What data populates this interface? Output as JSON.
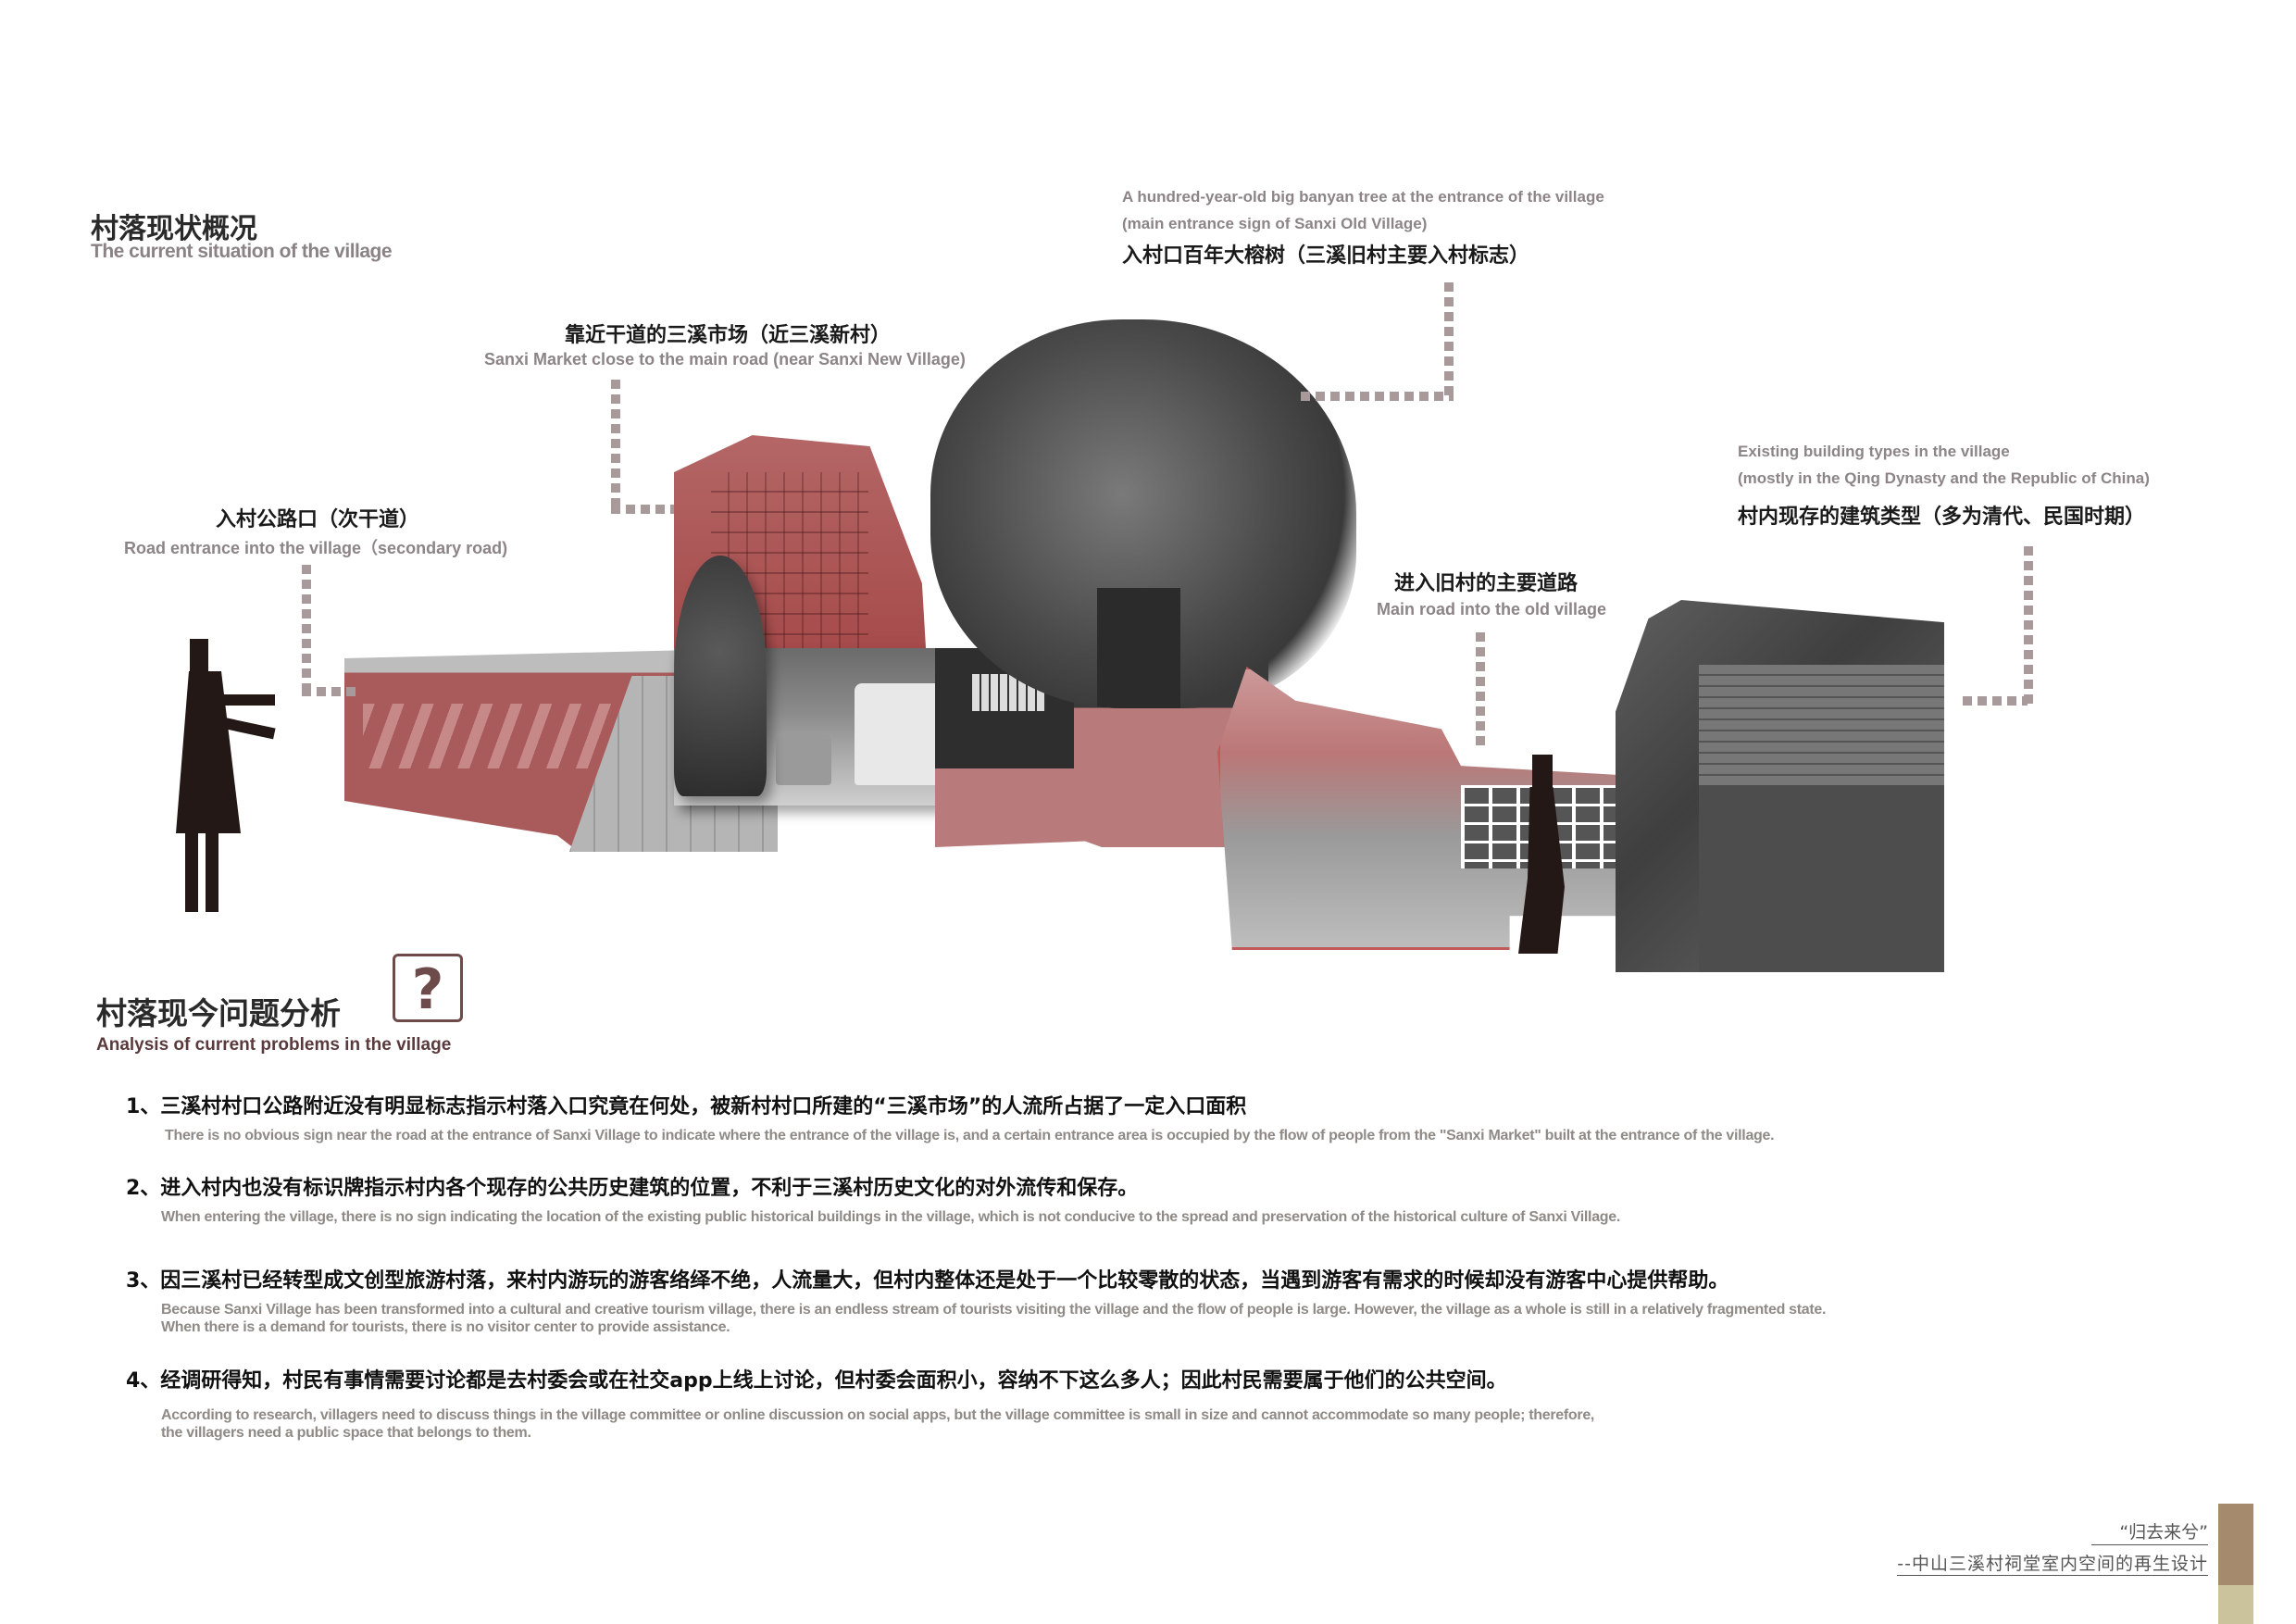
{
  "overview": {
    "title_zh": "村落现状概况",
    "title_en": "The current situation of the village"
  },
  "labels": {
    "road_entrance": {
      "zh": "入村公路口（次干道）",
      "en": "Road entrance into the village（secondary road)"
    },
    "market": {
      "zh": "靠近干道的三溪市场（近三溪新村）",
      "en": "Sanxi Market close to the main road (near Sanxi New Village)"
    },
    "banyan": {
      "en_line1": "A hundred-year-old big banyan tree at the entrance of the village",
      "en_line2": "(main entrance sign of Sanxi Old Village)",
      "zh": "入村口百年大榕树（三溪旧村主要入村标志）"
    },
    "main_road": {
      "zh": "进入旧村的主要道路",
      "en": "Main road into the old village"
    },
    "buildings": {
      "en_line1": "Existing building types in the village",
      "en_line2": "(mostly in the Qing Dynasty and the Republic of China)",
      "zh": "村内现存的建筑类型（多为清代、民国时期）"
    }
  },
  "problems": {
    "title_zh": "村落现今问题分析",
    "title_en": "Analysis of current problems in the village",
    "icon": "question-mark-icon",
    "icon_glyph": "?",
    "items": [
      {
        "zh": "1、三溪村村口公路附近没有明显标志指示村落入口究竟在何处，被新村村口所建的“三溪市场”的人流所占据了一定入口面积",
        "en1": "There is no obvious sign near the road at the entrance of Sanxi Village to indicate where the entrance of the village is, and a certain entrance area is occupied by the flow of people from the \"Sanxi Market\" built at the entrance of the village.",
        "en2": ""
      },
      {
        "zh": "2、进入村内也没有标识牌指示村内各个现存的公共历史建筑的位置，不利于三溪村历史文化的对外流传和保存。",
        "en1": "When entering the village, there is no sign indicating the location of the existing public historical buildings in the village, which is not conducive to the spread and preservation of the historical culture of Sanxi Village.",
        "en2": ""
      },
      {
        "zh": "3、因三溪村已经转型成文创型旅游村落，来村内游玩的游客络绎不绝，人流量大，但村内整体还是处于一个比较零散的状态，当遇到游客有需求的时候却没有游客中心提供帮助。",
        "en1": "Because Sanxi Village has been transformed into a cultural and creative tourism village, there is an endless stream of tourists visiting the village and the flow of people is large. However, the village as a whole is still in a relatively fragmented state.",
        "en2": "When there is a demand for tourists, there is no visitor center to provide assistance."
      },
      {
        "zh": "4、经调研得知，村民有事情需要讨论都是去村委会或在社交app上线上讨论，但村委会面积小，容纳不下这么多人；因此村民需要属于他们的公共空间。",
        "en1": "According to research, villagers need to discuss things in the village committee or online discussion on social apps, but the village committee is small in size and cannot accommodate so many people; therefore,",
        "en2": "the villagers need a public space that belongs to them."
      }
    ]
  },
  "footer": {
    "quote": "“归去来兮”",
    "subtitle": "--中山三溪村祠堂室内空间的再生设计"
  },
  "colors": {
    "accent_red": "#a95b5b",
    "leader_dots": "#a89a9b",
    "silhouette": "#231815",
    "footer_brown": "#a68a6d",
    "footer_khaki": "#cbc39c",
    "question_box": "#6e4b4b"
  }
}
